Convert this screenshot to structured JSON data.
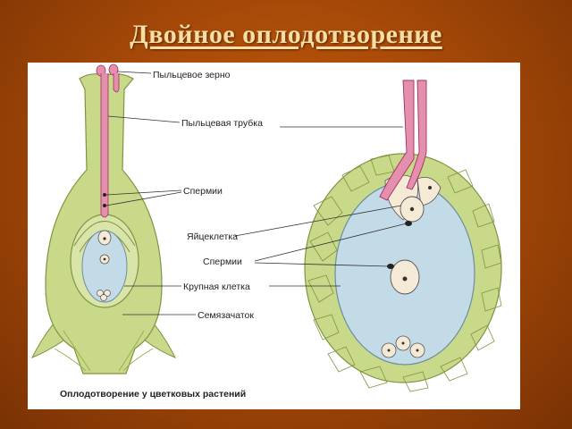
{
  "slide": {
    "title": "Двойное оплодотворение"
  },
  "diagram": {
    "labels": {
      "pollen_grain": "Пыльцевое зерно",
      "pollen_tube": "Пыльцевая трубка",
      "sperm_left": "Спермии",
      "egg_cell": "Яйцеклетка",
      "sperm_right": "Спермии",
      "central_cell": "Крупная клетка",
      "ovule": "Семязачаток"
    },
    "caption": "Оплодотворение у цветковых растений",
    "colors": {
      "tissue": "#c9d98a",
      "tissue_stroke": "#7f9440",
      "sac": "#c3dbe7",
      "tube": "#e58fae",
      "cell_fill": "#f4ead6"
    }
  }
}
